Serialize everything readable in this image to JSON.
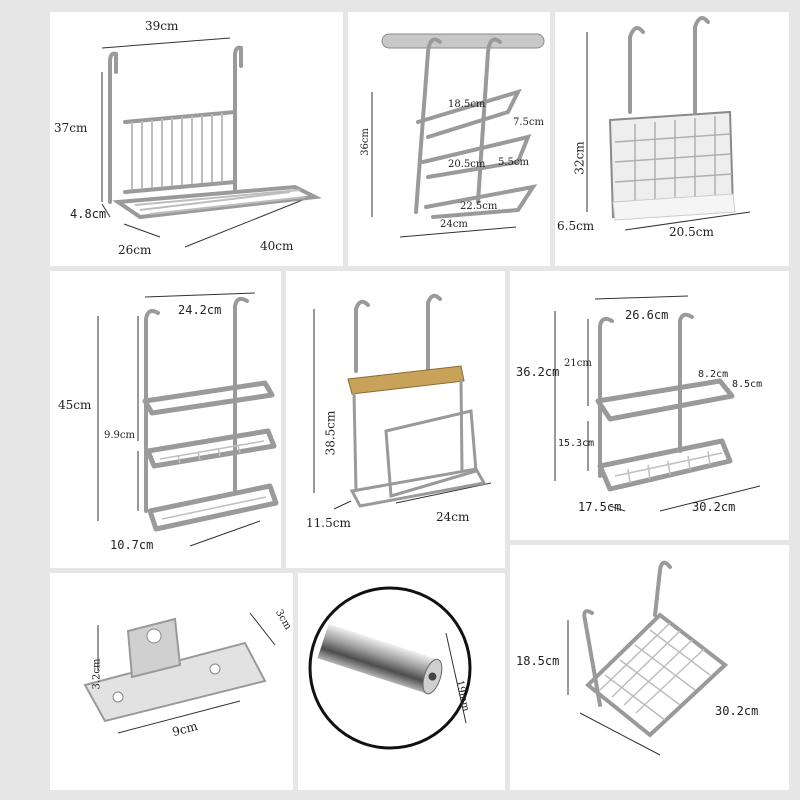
{
  "colors": {
    "metal": "#9a9a9a",
    "metal_light": "#dcdcdc",
    "metal_dark": "#5e5e5e",
    "line": "#333333",
    "wood": "#c9a25a",
    "bg": "#e6e6e6"
  },
  "panels": [
    {
      "id": "dish-rack",
      "dims": [
        "39cm",
        "37cm",
        "4.8cm",
        "26cm",
        "40cm"
      ]
    },
    {
      "id": "lid-holder",
      "dims": [
        "36cm",
        "18.5cm",
        "7.5cm",
        "20.5cm",
        "5.5cm",
        "22.5cm",
        "24cm"
      ]
    },
    {
      "id": "utensil-holder",
      "dims": [
        "32cm",
        "6.5cm",
        "20.5cm"
      ]
    },
    {
      "id": "three-tier-shelf",
      "dims": [
        "24.2cm",
        "45cm",
        "9.9cm",
        "10.7cm"
      ]
    },
    {
      "id": "knife-holder",
      "dims": [
        "38.5cm",
        "11.5cm",
        "24cm"
      ]
    },
    {
      "id": "two-tier-shelf",
      "dims": [
        "26.6cm",
        "36.2cm",
        "21cm",
        "8.2cm",
        "8.5cm",
        "15.3cm",
        "17.5cm",
        "30.2cm"
      ]
    },
    {
      "id": "mount-bracket",
      "dims": [
        "3.2cm",
        "3cm",
        "9cm"
      ]
    },
    {
      "id": "rail-tube",
      "dims": [
        "19mm"
      ]
    },
    {
      "id": "single-basket",
      "dims": [
        "18.5cm",
        "30.2cm"
      ]
    }
  ]
}
